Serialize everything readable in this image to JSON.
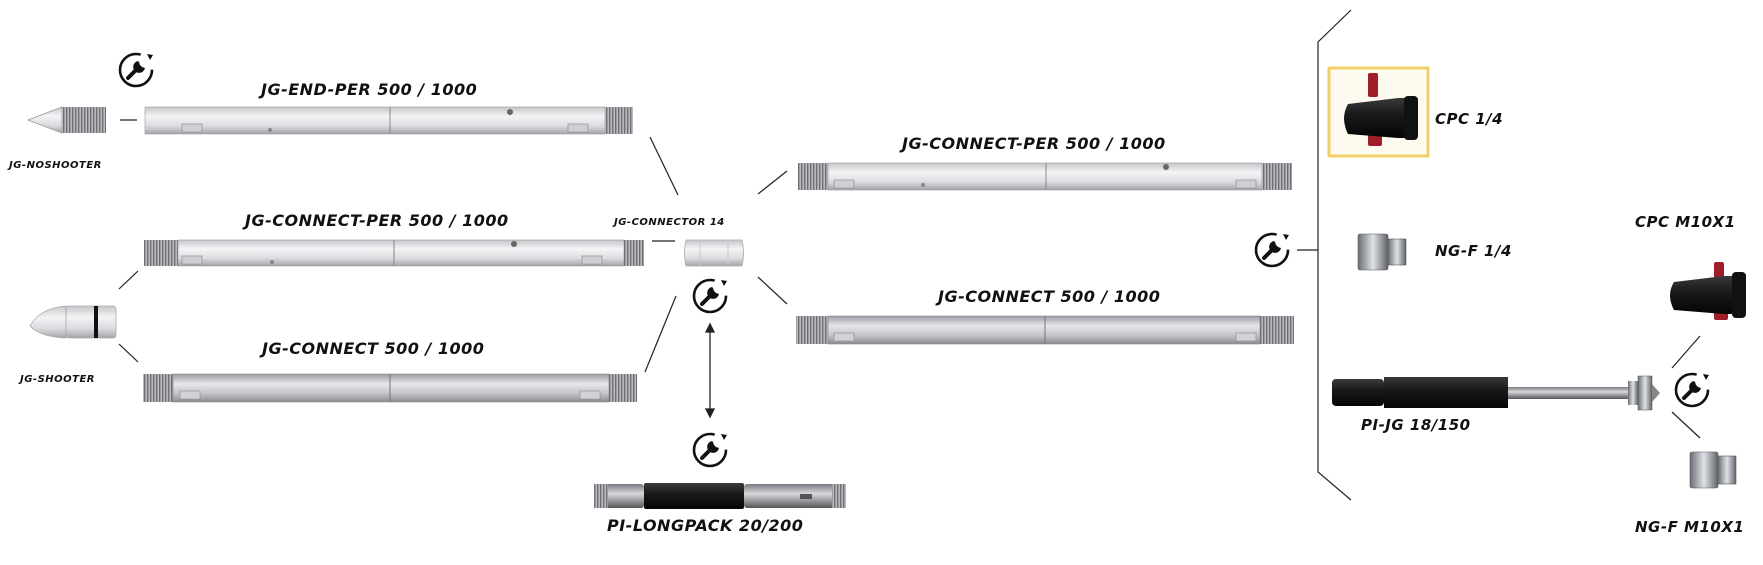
{
  "labels": {
    "jg_end_per": "JG-END-PER 500 / 1000",
    "jg_noshooter": "JG-NOSHOOTER",
    "jg_connect_per_left": "JG-CONNECT-PER 500 / 1000",
    "jg_shooter": "JG-SHOOTER",
    "jg_connect_left": "JG-CONNECT 500 / 1000",
    "jg_connector": "JG-CONNECTOR 14",
    "jg_connect_per_right": "JG-CONNECT-PER 500 / 1000",
    "jg_connect_right": "JG-CONNECT 500 / 1000",
    "pi_longpack": "PI-LONGPACK 20/200",
    "cpc_14": "CPC 1/4",
    "ng_f_14": "NG-F 1/4",
    "cpc_m10x1": "CPC M10X1",
    "pi_jg": "PI-JG 18/150",
    "ng_f_m10x1": "NG-F M10X1"
  },
  "icons": {
    "tool": "wrench-rotate-icon"
  },
  "colors": {
    "rod_light": "#dcdce0",
    "rod_dark": "#a9a9b0",
    "thread": "#8a8a8f",
    "line": "#222222",
    "highlight": "#f0cf6a",
    "cap_red": "#a01e2a",
    "black_part": "#1c1c1c"
  }
}
